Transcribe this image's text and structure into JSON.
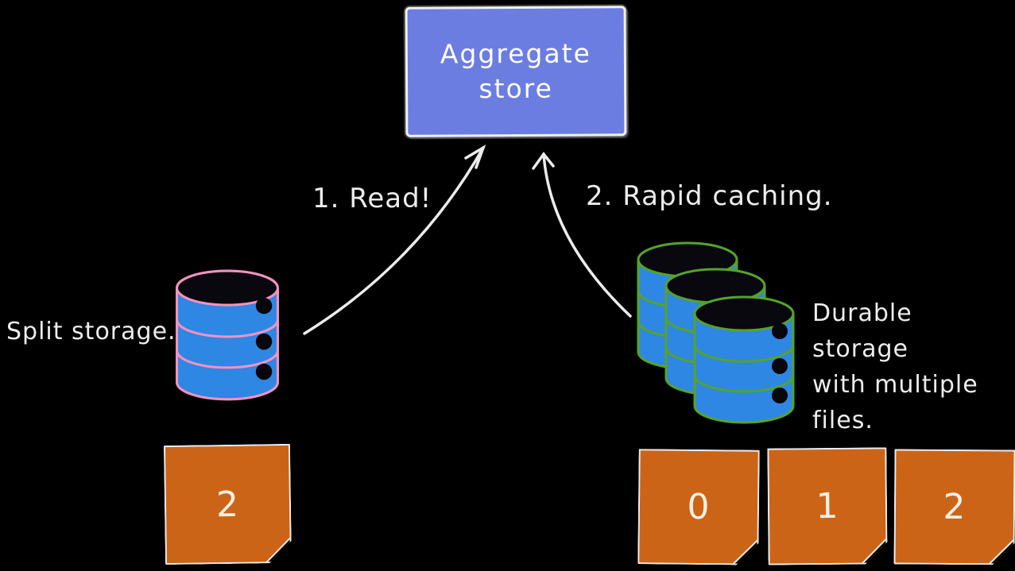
{
  "title_box": {
    "label": "Aggregate\nstore"
  },
  "arrows": {
    "left": {
      "label": "1. Read!"
    },
    "right": {
      "label": "2. Rapid caching."
    }
  },
  "left_store": {
    "caption": "Split storage.",
    "note": "2"
  },
  "right_store": {
    "caption": "Durable storage\nwith multiple\nfiles.",
    "notes": [
      "0",
      "1",
      "2"
    ]
  },
  "icons": {
    "left_database": "database-cylinder",
    "right_databases": "stacked-database-cylinders",
    "note_fold": "folded-corner"
  },
  "colors": {
    "background": "#000000",
    "box_fill": "#6b7de0",
    "box_border": "#f0f0f0",
    "cylinder_fill": "#2e87e3",
    "cylinder_top": "#08080e",
    "left_cylinder_stroke": "#f492c0",
    "right_cylinder_stroke": "#56a32b",
    "note_fill": "#cc6417",
    "note_number": "#f6efe4",
    "arrow": "#ececec",
    "text": "#ffffff"
  }
}
